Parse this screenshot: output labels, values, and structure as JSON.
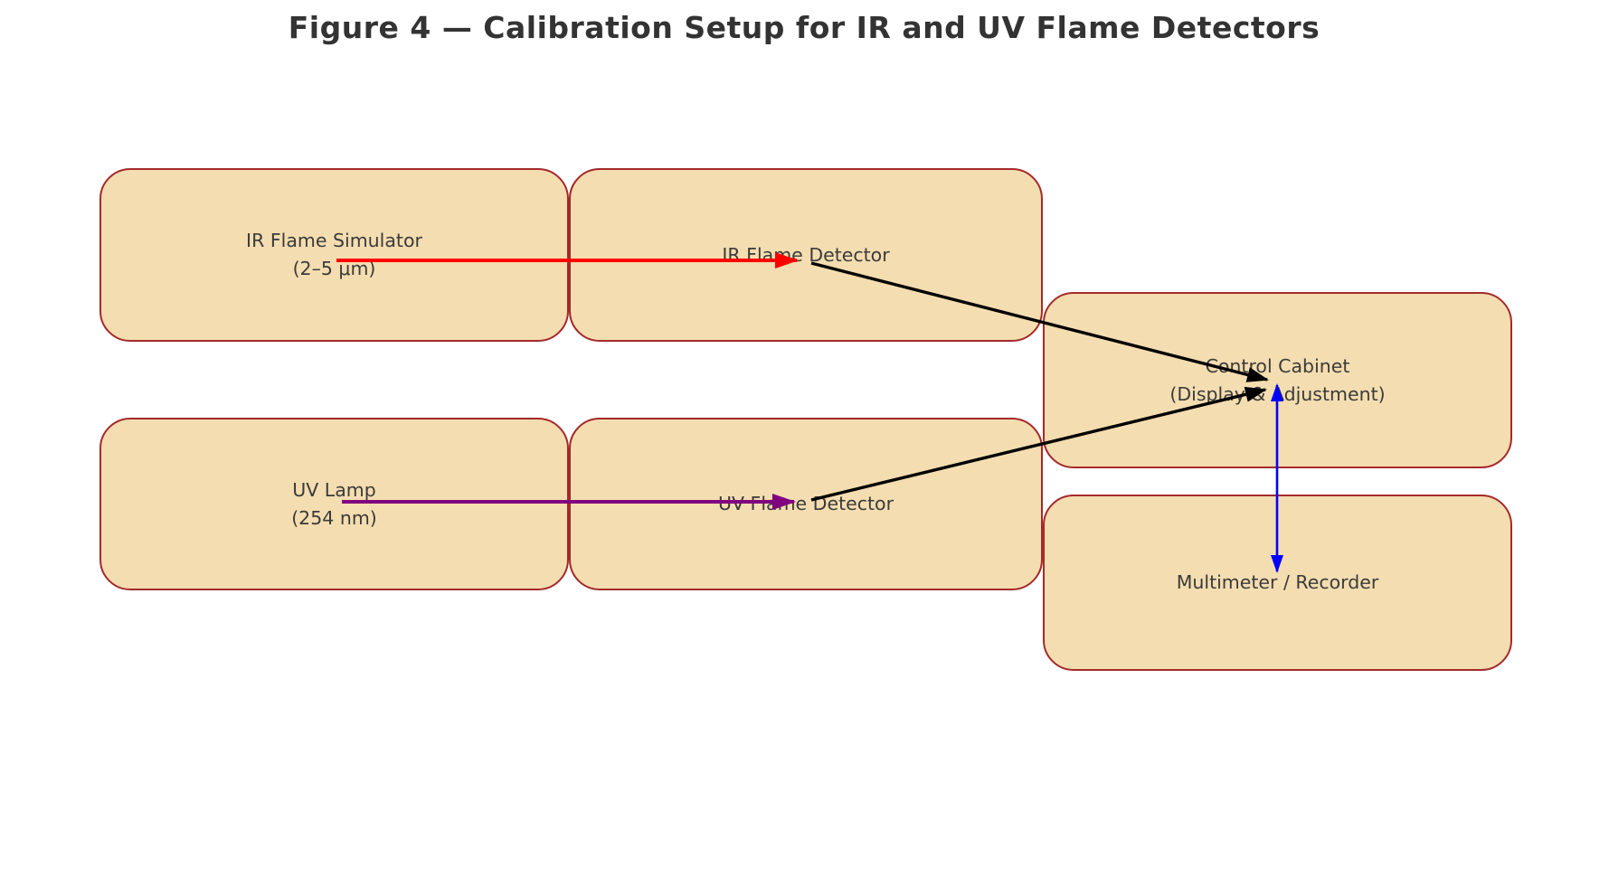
{
  "figure": {
    "title": "Figure 4 — Calibration Setup for IR and UV Flame Detectors"
  },
  "diagram": {
    "boxes": [
      {
        "id": "ir-flame-simulator",
        "label": "IR Flame Simulator",
        "sublabel": "(2–5 μm)"
      },
      {
        "id": "ir-flame-detector",
        "label": "IR Flame Detector",
        "sublabel": ""
      },
      {
        "id": "uv-lamp",
        "label": "UV Lamp",
        "sublabel": "(254 nm)"
      },
      {
        "id": "uv-flame-detector",
        "label": "UV Flame Detector",
        "sublabel": ""
      },
      {
        "id": "control-cabinet",
        "label": "Control Cabinet",
        "sublabel": "(Display & Adjustment)"
      },
      {
        "id": "multimeter-recorder",
        "label": "Multimeter / Recorder",
        "sublabel": ""
      }
    ],
    "connections": [
      {
        "from": "IR Flame Simulator",
        "to": "IR Flame Detector",
        "style": "single-arrow",
        "color": "#ff0000"
      },
      {
        "from": "UV Lamp",
        "to": "UV Flame Detector",
        "style": "single-arrow",
        "color": "#800080"
      },
      {
        "from": "IR Flame Detector",
        "to": "Control Cabinet",
        "style": "single-arrow",
        "color": "#000000"
      },
      {
        "from": "UV Flame Detector",
        "to": "Control Cabinet",
        "style": "single-arrow",
        "color": "#000000"
      },
      {
        "from": "Control Cabinet",
        "to": "Multimeter / Recorder",
        "style": "double-arrow",
        "color": "#0000ff"
      }
    ],
    "colors": {
      "box_fill": "#f4ddb0",
      "box_border": "#a42a2a",
      "label_text": "#3b3b3b",
      "title_text": "#333333",
      "arrow_ir": "#ff0000",
      "arrow_uv": "#800080",
      "arrow_signal": "#000000",
      "arrow_measurement": "#0000ff"
    }
  }
}
